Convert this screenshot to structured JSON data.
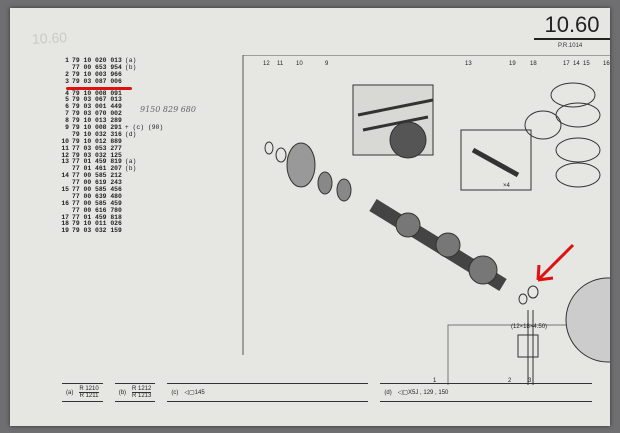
{
  "header": {
    "page_number": "10.60",
    "page_code": "P.R.1014",
    "ghost_text": "10.60"
  },
  "parts": [
    {
      "ref": "1",
      "number": "79 10 020 013",
      "note": "(a)"
    },
    {
      "ref": "",
      "number": "77 00 653 954",
      "note": "(b)"
    },
    {
      "ref": "2",
      "number": "79 10 003 966",
      "note": ""
    },
    {
      "ref": "3",
      "number": "79 03 087 006",
      "note": ""
    },
    {
      "ref": "4",
      "number": "79 10 008 091",
      "note": ""
    },
    {
      "ref": "5",
      "number": "79 03 067 013",
      "note": ""
    },
    {
      "ref": "6",
      "number": "79 03 001 449",
      "note": ""
    },
    {
      "ref": "7",
      "number": "79 03 070 002",
      "note": ""
    },
    {
      "ref": "8",
      "number": "79 10 013 289",
      "note": ""
    },
    {
      "ref": "9",
      "number": "79 10 008 291",
      "note": "+ (c) (90)"
    },
    {
      "ref": "",
      "number": "79 10 032 316",
      "note": "(d)"
    },
    {
      "ref": "10",
      "number": "79 10 012 889",
      "note": ""
    },
    {
      "ref": "11",
      "number": "77 03 053 277",
      "note": ""
    },
    {
      "ref": "12",
      "number": "79 03 032 125",
      "note": ""
    },
    {
      "ref": "13",
      "number": "77 01 459 819",
      "note": "(a)"
    },
    {
      "ref": "",
      "number": "77 01 461 207",
      "note": "(b)"
    },
    {
      "ref": "14",
      "number": "77 00 585 212",
      "note": ""
    },
    {
      "ref": "",
      "number": "77 00 619 243",
      "note": ""
    },
    {
      "ref": "15",
      "number": "77 00 585 456",
      "note": ""
    },
    {
      "ref": "",
      "number": "77 00 639 480",
      "note": ""
    },
    {
      "ref": "16",
      "number": "77 00 585 459",
      "note": ""
    },
    {
      "ref": "",
      "number": "77 00 616 780",
      "note": ""
    },
    {
      "ref": "17",
      "number": "77 01 459 818",
      "note": ""
    },
    {
      "ref": "18",
      "number": "79 10 011 026",
      "note": ""
    },
    {
      "ref": "19",
      "number": "79 03 032 159",
      "note": ""
    }
  ],
  "handwritten_note": "9150 829 680",
  "highlight_color": "#e01010",
  "diagram": {
    "top_callouts": [
      "12",
      "11",
      "10",
      "9",
      "13",
      "19",
      "18",
      "17",
      "14",
      "15",
      "16"
    ],
    "bottom_callouts": [
      "1",
      "2",
      "3"
    ],
    "dimension": "(12×18×4.50)",
    "inset_label": "×4"
  },
  "legend": [
    {
      "key": "(a)",
      "top": "R 1210",
      "bottom": "R 1211"
    },
    {
      "key": "(b)",
      "top": "R 1212",
      "bottom": "R 1213"
    },
    {
      "key": "(c)",
      "text": "◁▢145"
    },
    {
      "key": "(d)",
      "text": "◁▢X5J , 129 , 150"
    }
  ]
}
